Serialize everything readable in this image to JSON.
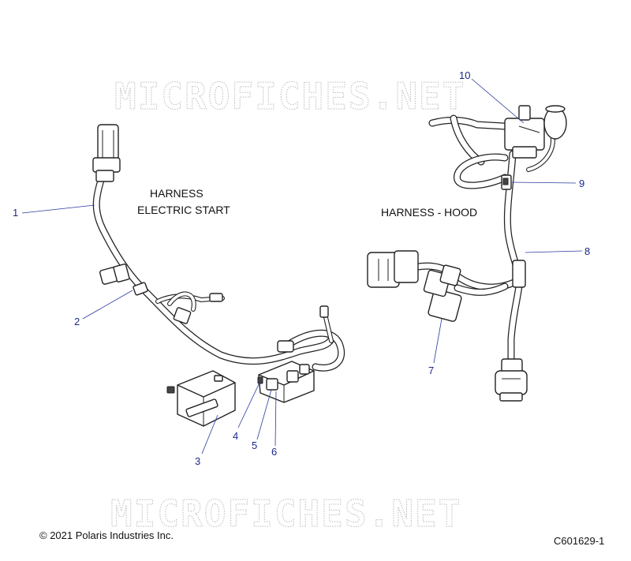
{
  "watermark": {
    "text": "MICROFICHES.NET"
  },
  "labels": {
    "left_title_1": "HARNESS",
    "left_title_2": "ELECTRIC START",
    "right_title": "HARNESS - HOOD"
  },
  "callouts": [
    "1",
    "2",
    "3",
    "4",
    "5",
    "6",
    "7",
    "8",
    "9",
    "10"
  ],
  "footer": {
    "copyright": "© 2021 Polaris Industries Inc.",
    "figure_id": "C601629-1"
  },
  "colors": {
    "callout": "#1a2a8c",
    "line": "#222222",
    "watermark": "#bcbcbc"
  }
}
